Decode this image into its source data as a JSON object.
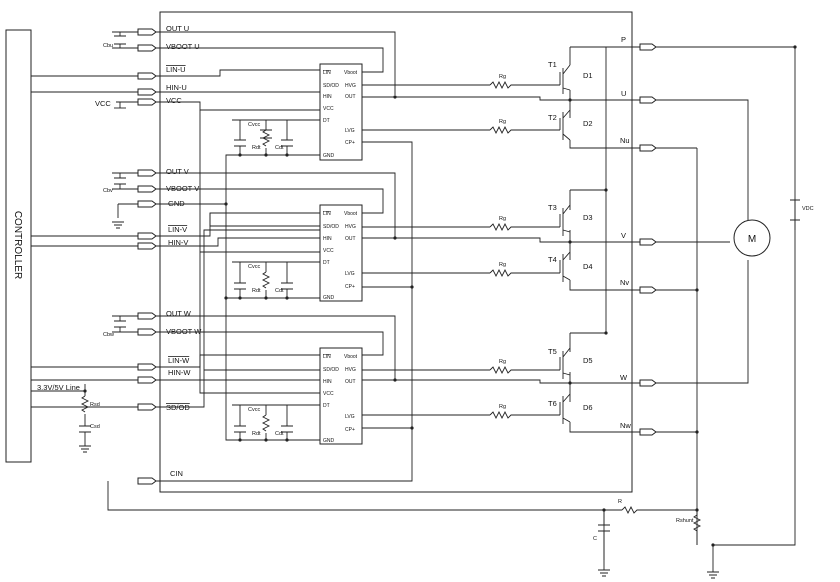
{
  "controller": {
    "label": "CONTROLLER"
  },
  "signals": {
    "out_u": "OUT U",
    "vboot_u": "VBOOT U",
    "lin_u": "LIN-U",
    "hin_u": "HIN-U",
    "vcc": "VCC",
    "out_v": "OUT V",
    "vboot_v": "VBOOT V",
    "gnd": "GND",
    "lin_v": "LIN-V",
    "hin_v": "HIN-V",
    "out_w": "OUT W",
    "vboot_w": "VBOOT W",
    "lin_w": "LIN-W",
    "hin_w": "HIN-W",
    "sd_od": "SD/OD",
    "cin": "CIN"
  },
  "ext_labels": {
    "vcc": "VCC",
    "line_33v": "3.3V/5V Line"
  },
  "gate_driver_pins": {
    "left": [
      "LIN",
      "SD/OD",
      "HIN",
      "VCC",
      "DT",
      "GND"
    ],
    "right": [
      "Vboot",
      "HVG",
      "OUT",
      "LVG",
      "CP+"
    ]
  },
  "components": {
    "cbu": "Cbu",
    "cbv": "Cbv",
    "cbw": "Cbw",
    "cvcc": "Cvcc",
    "rdt": "Rdt",
    "cdt": "Cdt",
    "rsd": "Rsd",
    "csd": "Csd",
    "rg": "Rg",
    "r": "R",
    "c": "C",
    "rshunt": "Rshunt",
    "vdc": "VDC",
    "motor": "M"
  },
  "transistors": [
    "T1",
    "T2",
    "T3",
    "T4",
    "T5",
    "T6"
  ],
  "diodes": [
    "D1",
    "D2",
    "D3",
    "D4",
    "D5",
    "D6"
  ],
  "power_pins": [
    "P",
    "U",
    "Nu",
    "V",
    "Nv",
    "W",
    "Nw"
  ]
}
